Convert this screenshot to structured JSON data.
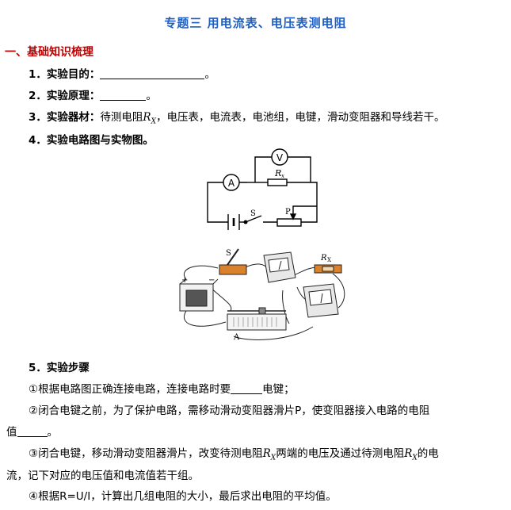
{
  "title": "专题三  用电流表、电压表测电阻",
  "section": "一、基础知识梳理",
  "items": [
    {
      "num": "1．",
      "label": "实验目的：",
      "after": "。"
    },
    {
      "num": "2．",
      "label": "实验原理：",
      "after": "。"
    },
    {
      "num": "3．",
      "label": "实验器材：",
      "text_before": "待测电阻",
      "r": "R",
      "sub": "X",
      "text_after": "，电压表，电流表，电池组，电键，滑动变阻器和导线若干。"
    },
    {
      "num": "4．",
      "label": "实验电路图与实物图。"
    }
  ],
  "circuit": {
    "meter_v": "V",
    "meter_a": "A",
    "resistor": "R",
    "resistor_sub": "x",
    "switch": "S",
    "slider": "P"
  },
  "photo": {
    "switch": "S",
    "resistor": "R",
    "resistor_sub": "X",
    "plus": "+",
    "minus": "−",
    "point_a": "A"
  },
  "steps_heading": {
    "num": "5．",
    "label": "实验步骤"
  },
  "steps": [
    {
      "before": "①根据电路图正确连接电路，连接电路时要",
      "after": "电键；"
    },
    {
      "line1": "②闭合电键之前，为了保护电路，需移动滑动变阻器滑片P，使变阻器接入电路的电阻",
      "line2_before": "值",
      "line2_after": "。"
    },
    {
      "part1": "③闭合电键，移动滑动变阻器滑片，改变待测电阻",
      "r": "R",
      "sub": "X",
      "part2": "两端的电压及通过待测电阻",
      "part3": "的电",
      "line2": "流，记下对应的电压值和电流值若干组。"
    },
    {
      "text": "④根据R=U/I，计算出几组电阻的大小，最后求出电阻的平均值。"
    }
  ]
}
